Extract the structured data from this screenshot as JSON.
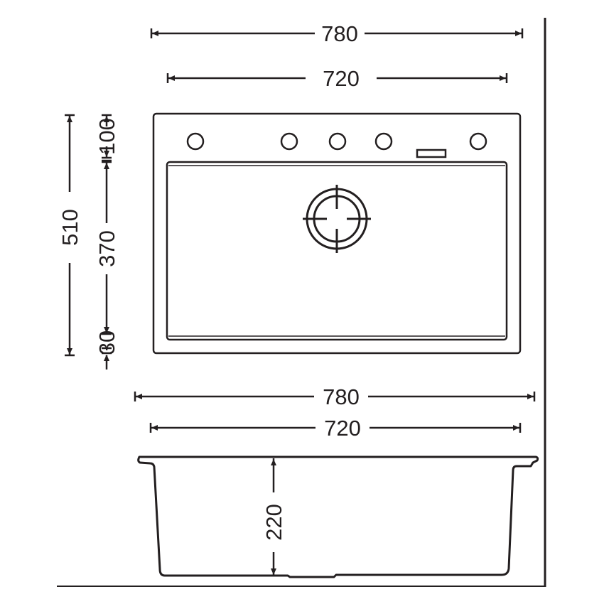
{
  "top_view": {
    "overall_width_label": "780",
    "inner_width_label": "720",
    "overall_depth_label": "510",
    "back_ledge_label": "100",
    "bowl_length_label": "370",
    "front_ledge_label": "30"
  },
  "side_view": {
    "overall_width_label": "780",
    "inner_width_label": "720",
    "bowl_depth_label": "220"
  },
  "colors": {
    "line": "#231f20",
    "background": "#ffffff"
  }
}
